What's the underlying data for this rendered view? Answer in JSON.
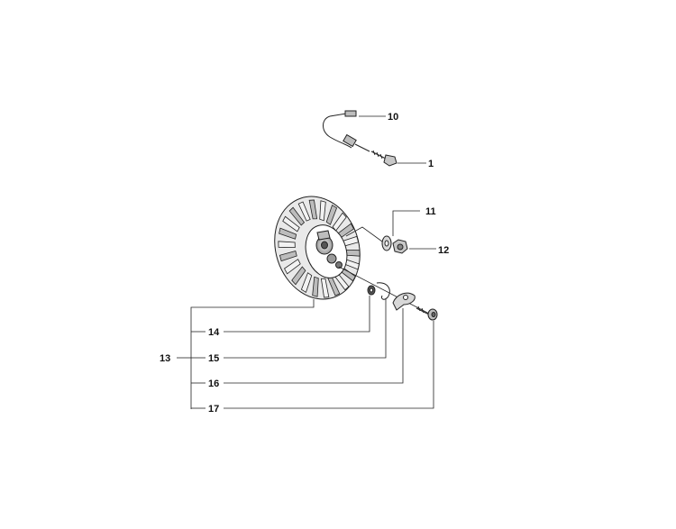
{
  "diagram": {
    "callouts": [
      "10",
      "1",
      "11",
      "12",
      "14",
      "13",
      "15",
      "16",
      "17"
    ],
    "colors": {
      "ink": "#222222",
      "fill_light": "#d8d8d8",
      "fill_mid": "#9a9a9a",
      "fill_dark": "#555555"
    }
  }
}
